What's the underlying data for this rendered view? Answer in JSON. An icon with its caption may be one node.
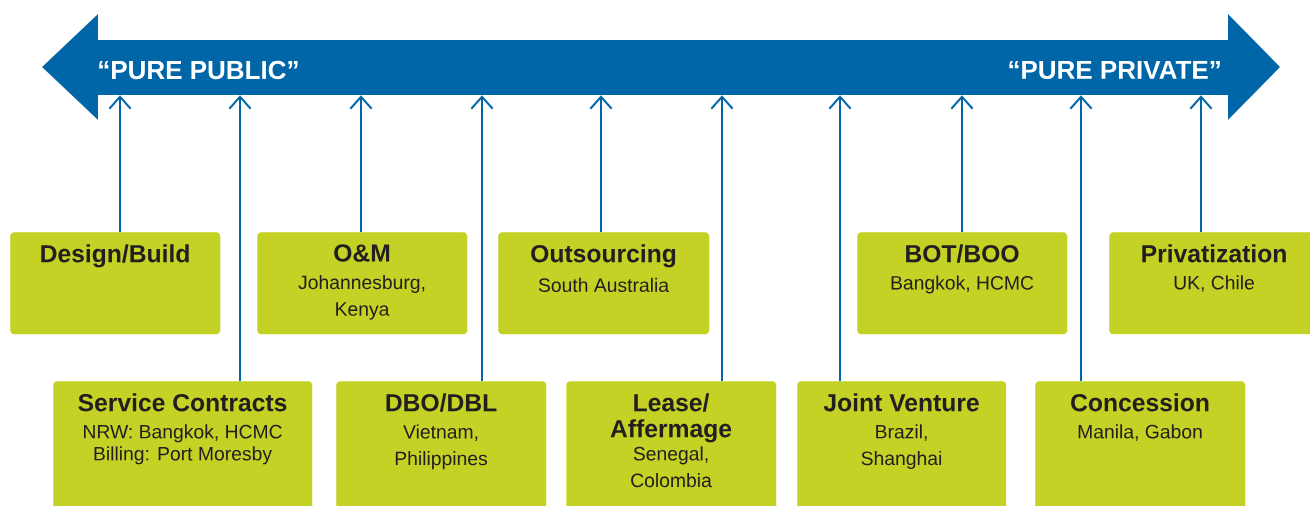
{
  "diagram": {
    "nodes": [
      {
        "text": [
          "“PURE PUBLIC”",
          "“PURE PRIVATE”"
        ]
      },
      {
        "text": [
          "Design/Build"
        ]
      },
      {
        "text": [
          "O&M",
          "Johannesburg, Kenya"
        ]
      },
      {
        "text": [
          "Outsourcing",
          "South Australia"
        ]
      },
      {
        "text": [
          "BOT/BOO",
          "Bangkok, HCMC"
        ]
      },
      {
        "text": [
          "Privatization",
          "UK, Chile"
        ]
      },
      {
        "text": [
          "Service Contracts",
          "NRW: Bangkok, HCMC",
          "Billing: Port Moresby"
        ]
      },
      {
        "text": [
          "DBO/DBL",
          "Vietnam, Philippines"
        ]
      },
      {
        "text": [
          "Lease/ Affermage",
          "Senegal, Colombia"
        ]
      },
      {
        "text": [
          "Joint Venture",
          "Brazil, Shanghai"
        ]
      },
      {
        "text": [
          "Concession",
          "Manila, Gabon"
        ]
      }
    ],
    "edges": [
      {
        "from": 1,
        "to": 0,
        "arrow": "to"
      },
      {
        "from": 6,
        "to": 0,
        "arrow": "to"
      },
      {
        "from": 2,
        "to": 0,
        "arrow": "to"
      },
      {
        "from": 7,
        "to": 0,
        "arrow": "to"
      },
      {
        "from": 3,
        "to": 0,
        "arrow": "to"
      },
      {
        "from": 8,
        "to": 0,
        "arrow": "to"
      },
      {
        "from": 9,
        "to": 0,
        "arrow": "to"
      },
      {
        "from": 4,
        "to": 0,
        "arrow": "to"
      },
      {
        "from": 10,
        "to": 0,
        "arrow": "to"
      },
      {
        "from": 5,
        "to": 0,
        "arrow": "to"
      }
    ]
  }
}
